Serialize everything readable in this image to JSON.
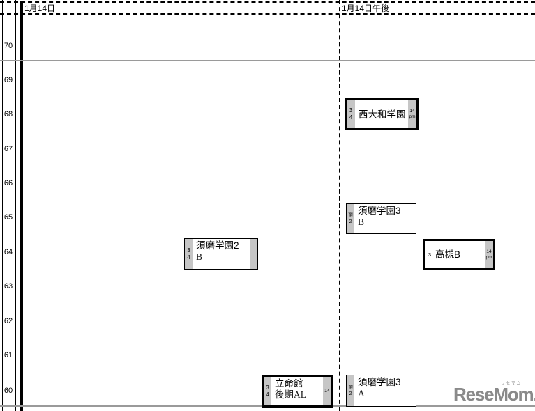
{
  "header": {
    "col1": "1月14日",
    "col2": "1月14日午後"
  },
  "axis": {
    "values": [
      "70",
      "69",
      "68",
      "67",
      "66",
      "65",
      "64",
      "63",
      "62",
      "61",
      "60"
    ]
  },
  "boxes": [
    {
      "name": "西大和学園",
      "sub": "",
      "left_top": "3",
      "left_bottom": "4",
      "right_top": "14",
      "right_bottom": "pm"
    },
    {
      "name": "須磨学園3",
      "sub": "B",
      "left_top": "選",
      "left_bottom": "2"
    },
    {
      "name": "須磨学園2",
      "sub": "B",
      "left_top": "3",
      "left_bottom": "4"
    },
    {
      "name": "高槻B",
      "sub": "",
      "left_top": "3",
      "right_top": "14",
      "right_bottom": "pm"
    },
    {
      "name": "立命館",
      "sub": "後期AL",
      "left_top": "3",
      "left_bottom": "4",
      "right_top": "14"
    },
    {
      "name": "須磨学園3",
      "sub": "A",
      "left_top": "選",
      "left_bottom": "2"
    }
  ],
  "logo": {
    "text": "ReseMom.",
    "kana": "リセマム"
  },
  "chart_data": {
    "type": "table",
    "description_visible_structure": "deviation-score rows 70-60 crossed with exam-date columns",
    "columns": [
      "1月14日",
      "1月14日午後"
    ],
    "y_values": [
      70,
      69,
      68,
      67,
      66,
      65,
      64,
      63,
      62,
      61,
      60
    ],
    "entries": [
      {
        "school": "西大和学園",
        "column": "1月14日午後",
        "score": 68,
        "tags_left": [
          "3",
          "4"
        ],
        "tags_right": [
          "14",
          "pm"
        ],
        "border": "thick"
      },
      {
        "school": "須磨学園3 B",
        "column": "1月14日午後",
        "score": 65,
        "tags_left": [
          "選",
          "2"
        ],
        "tags_right": [],
        "border": "thin"
      },
      {
        "school": "須磨学園2 B",
        "column": "1月14日",
        "score": 64,
        "tags_left": [
          "3",
          "4"
        ],
        "tags_right": [],
        "border": "thin"
      },
      {
        "school": "高槻B",
        "column": "1月14日午後",
        "score": 64,
        "tags_left": [
          "3"
        ],
        "tags_right": [
          "14",
          "pm"
        ],
        "border": "thick"
      },
      {
        "school": "立命館 後期AL",
        "column": "1月14日",
        "score": 60,
        "tags_left": [
          "3",
          "4"
        ],
        "tags_right": [
          "14"
        ],
        "border": "thick"
      },
      {
        "school": "須磨学園3 A",
        "column": "1月14日午後",
        "score": 60,
        "tags_left": [
          "選",
          "2"
        ],
        "tags_right": [],
        "border": "thin"
      }
    ]
  }
}
